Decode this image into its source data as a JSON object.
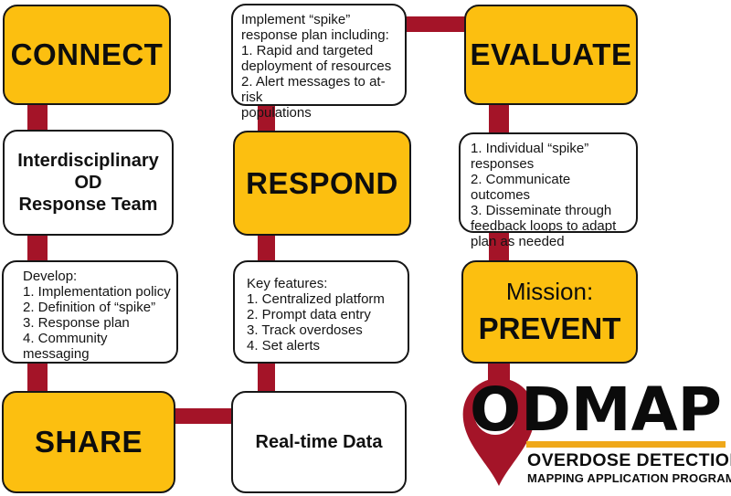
{
  "colors": {
    "gold": "#FCBF10",
    "crimson": "#A41428",
    "border": "#161616",
    "text": "#111111"
  },
  "flow": {
    "connect": "CONNECT",
    "interdisciplinary": [
      "Interdisciplinary OD",
      "Response Team"
    ],
    "develop": [
      "Develop:",
      "1. Implementation policy",
      "2. Definition of “spike”",
      "3. Response plan",
      "4. Community messaging"
    ],
    "share": "SHARE",
    "implement": [
      "Implement “spike”",
      "response plan including:",
      "1. Rapid and targeted",
      "deployment of resources",
      "2. Alert messages to at-risk",
      "populations"
    ],
    "respond": "RESPOND",
    "key_features": [
      "Key features:",
      "1. Centralized platform",
      "2. Prompt data entry",
      "3. Track overdoses",
      "4. Set alerts"
    ],
    "realtime": "Real-time Data",
    "evaluate": "EVALUATE",
    "outcomes": [
      "1. Individual “spike”",
      "responses",
      "2. Communicate outcomes",
      "3. Disseminate through",
      "feedback loops to adapt",
      "plan as needed"
    ],
    "mission_prefix": "Mission:",
    "mission": "PREVENT"
  },
  "logo": {
    "wordmark": "ODMAP",
    "tagline_primary": "OVERDOSE DETECTION",
    "tagline_secondary": "MAPPING APPLICATION PROGRAM"
  }
}
